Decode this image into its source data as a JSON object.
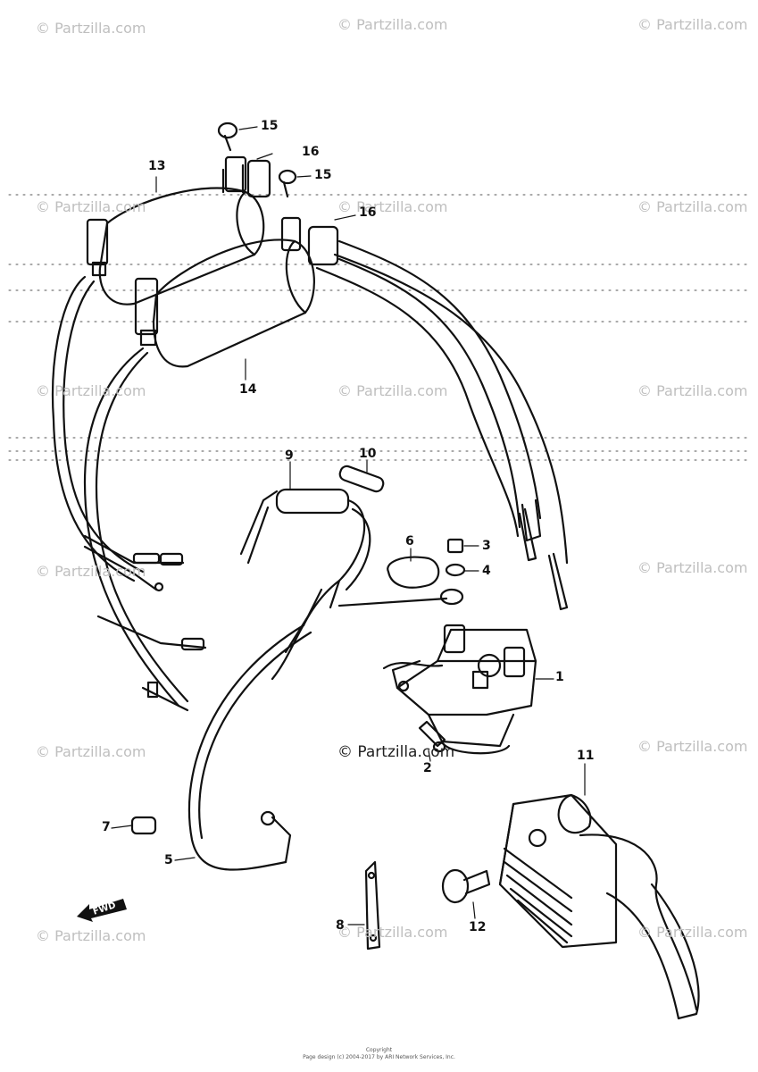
{
  "watermark": "© Partzilla.com",
  "center_watermark": "© Partzilla.com",
  "labels": [
    "1",
    "2",
    "3",
    "4",
    "5",
    "6",
    "7",
    "8",
    "9",
    "10",
    "11",
    "12",
    "13",
    "14",
    "15",
    "15",
    "16",
    "16"
  ],
  "forward_arrow": "FWD",
  "footer": {
    "copyright": "Copyright",
    "page_design": "Page design (c) 2004-2017 by ARI Network Services, Inc."
  },
  "colors": {
    "ink": "#111111",
    "watermark": "#bfbfbf",
    "background": "#ffffff"
  }
}
